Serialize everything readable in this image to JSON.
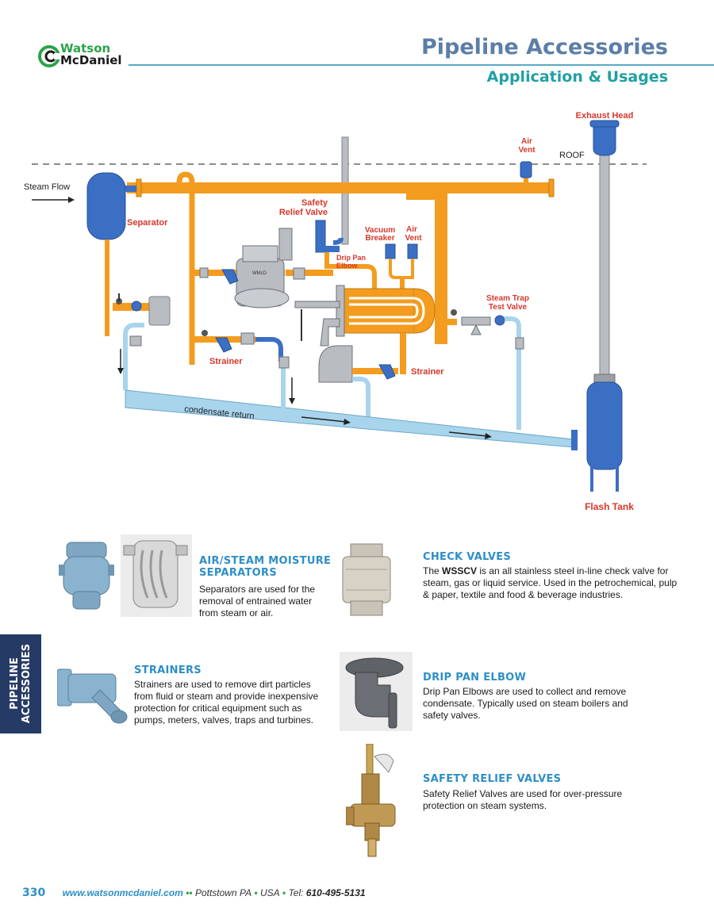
{
  "header": {
    "logo_line1": "Watson",
    "logo_line2": "McDaniel",
    "title": "Pipeline Accessories",
    "subtitle": "Application & Usages"
  },
  "diagram": {
    "labels": {
      "steam_flow": "Steam Flow",
      "separator": "Separator",
      "safety_relief_valve_1": "Safety",
      "safety_relief_valve_2": "Relief Valve",
      "drip_pan_elbow_1": "Drip Pan",
      "drip_pan_elbow_2": "Elbow",
      "vacuum_breaker_1": "Vacuum",
      "vacuum_breaker_2": "Breaker",
      "air_vent_1a": "Air",
      "air_vent_1b": "Vent",
      "air_vent_2a": "Air",
      "air_vent_2b": "Vent",
      "roof": "ROOF",
      "exhaust_head": "Exhaust Head",
      "steam_trap_test_valve_1": "Steam Trap",
      "steam_trap_test_valve_2": "Test Valve",
      "strainer_1": "Strainer",
      "strainer_2": "Strainer",
      "condensate_return": "condensate return",
      "flash_tank": "Flash Tank",
      "valve_logo": "WMcD"
    },
    "colors": {
      "steam_pipe": "#f39c1f",
      "condensate_pipe": "#a8d4ec",
      "equipment_blue": "#3b6fc4",
      "grey_pipe": "#b9bcc1",
      "label_red": "#d6372a"
    }
  },
  "sections": {
    "separators": {
      "title_1": "AIR/STEAM MOISTURE",
      "title_2": "SEPARATORS",
      "body_1": "Separators are used for the",
      "body_2": "removal of entrained water",
      "body_3": "from steam or air."
    },
    "check_valves": {
      "title": "CHECK VALVES",
      "body_pre": "The ",
      "body_bold": "WSSCV",
      "body_1": " is an all stainless steel in-line check valve for",
      "body_2": "steam, gas or liquid service. Used in the petrochemical, pulp",
      "body_3": "& paper, textile and food & beverage industries."
    },
    "strainers": {
      "title": "STRAINERS",
      "body_1": "Strainers are used to remove dirt particles",
      "body_2": "from fluid or steam and provide inexpensive",
      "body_3": "protection for critical equipment such as",
      "body_4": "pumps, meters, valves, traps and turbines."
    },
    "drip_pan_elbow": {
      "title": "DRIP PAN ELBOW",
      "body_1": "Drip Pan Elbows are used to collect and remove",
      "body_2": "condensate. Typically used on steam boilers and",
      "body_3": "safety valves."
    },
    "safety_relief_valves": {
      "title": "SAFETY RELIEF VALVES",
      "body_1": "Safety Relief Valves are used for over-pressure",
      "body_2": "protection on steam systems."
    }
  },
  "side_tab": {
    "line1": "PIPELINE",
    "line2": "ACCESSORIES"
  },
  "footer": {
    "page_number": "330",
    "url": "www.watsonmcdaniel.com",
    "bullets": "••",
    "city": "Pottstown PA",
    "sep": "•",
    "country": "USA",
    "tel_label": "Tel:",
    "tel": "610-495-5131"
  }
}
